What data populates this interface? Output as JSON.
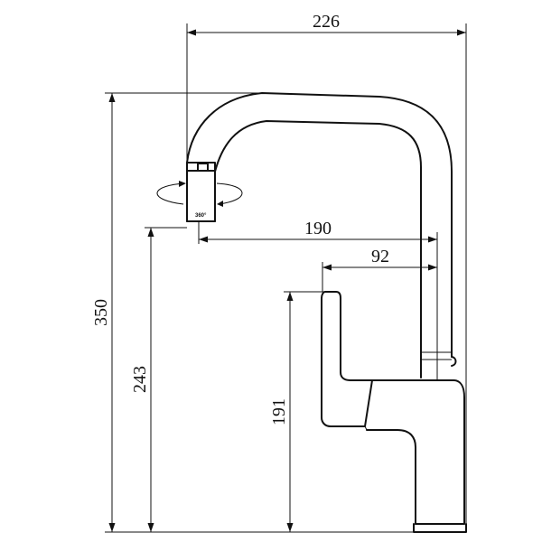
{
  "dimensions": {
    "overall_width": "226",
    "spout_reach": "190",
    "handle_offset": "92",
    "total_height": "350",
    "spout_height": "243",
    "handle_height": "191"
  },
  "aerator": {
    "rotation_label": "360°"
  }
}
